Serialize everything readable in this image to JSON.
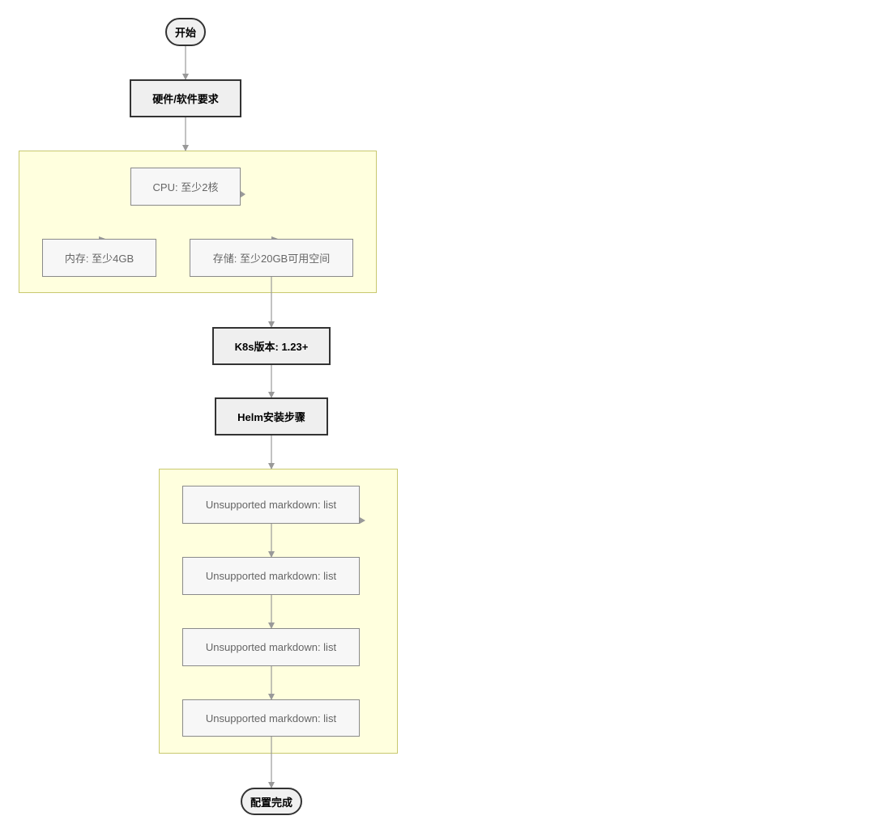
{
  "diagram": {
    "start": {
      "label": "开始"
    },
    "requirements": {
      "label": "硬件/软件要求"
    },
    "hardware_group": {
      "cpu": {
        "label": "CPU: 至少2核"
      },
      "memory": {
        "label": "内存: 至少4GB"
      },
      "storage": {
        "label": "存储: 至少20GB可用空间"
      }
    },
    "k8s_version": {
      "label": "K8s版本: 1.23+"
    },
    "helm_steps": {
      "label": "Helm安装步骤"
    },
    "helm_group": {
      "items": [
        {
          "label": "Unsupported markdown: list"
        },
        {
          "label": "Unsupported markdown: list"
        },
        {
          "label": "Unsupported markdown: list"
        },
        {
          "label": "Unsupported markdown: list"
        }
      ]
    },
    "end": {
      "label": "配置完成"
    }
  },
  "colors": {
    "cluster_fill": "#ffffde",
    "cluster_border": "#c8c86e",
    "edge": "#999999",
    "node_border_major": "#333333",
    "node_text_minor": "#666666"
  }
}
